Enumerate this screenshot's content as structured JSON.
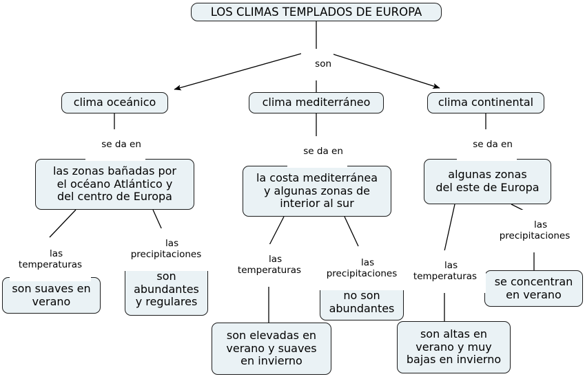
{
  "diagram": {
    "title": "LOS CLIMAS TEMPLADOS DE EUROPA",
    "type": "concept-map",
    "language": "es",
    "colors": {
      "node_fill": "#eaf2f5",
      "node_border": "#1a1a1a",
      "text": "#000000",
      "edge": "#000000",
      "background": "#ffffff"
    },
    "nodes": {
      "root": "LOS CLIMAS TEMPLADOS DE EUROPA",
      "oceanico": "clima oceánico",
      "mediterraneo": "clima mediterráneo",
      "continental": "clima continental",
      "zonas_oceanico": "las zonas bañadas por\nel océano Atlántico y\ndel centro de Europa",
      "zonas_mediterraneo": "la costa mediterránea\ny algunas zonas de\ninterior al sur",
      "zonas_continental": "algunas zonas\ndel este de Europa",
      "oce_temp_valor": "son suaves en\nverano",
      "oce_prec_valor": "son\nabundantes\ny regulares",
      "med_temp_valor": "son elevadas en\nverano y suaves\nen invierno",
      "med_prec_valor": "no son\nabundantes",
      "con_temp_valor": "son altas en\nverano y muy\nbajas en invierno",
      "con_prec_valor": "se concentran\nen verano"
    },
    "edge_labels": {
      "son": "son",
      "se_da_en_oceanico": "se da en",
      "se_da_en_mediterraneo": "se da en",
      "se_da_en_continental": "se da en",
      "oce_temperaturas": "las\ntemperaturas",
      "oce_precipitaciones": "las\nprecipitaciones",
      "med_temperaturas": "las\ntemperaturas",
      "med_precipitaciones": "las\nprecipitaciones",
      "con_temperaturas": "las\ntemperaturas",
      "con_precipitaciones": "las\nprecipitaciones"
    }
  }
}
